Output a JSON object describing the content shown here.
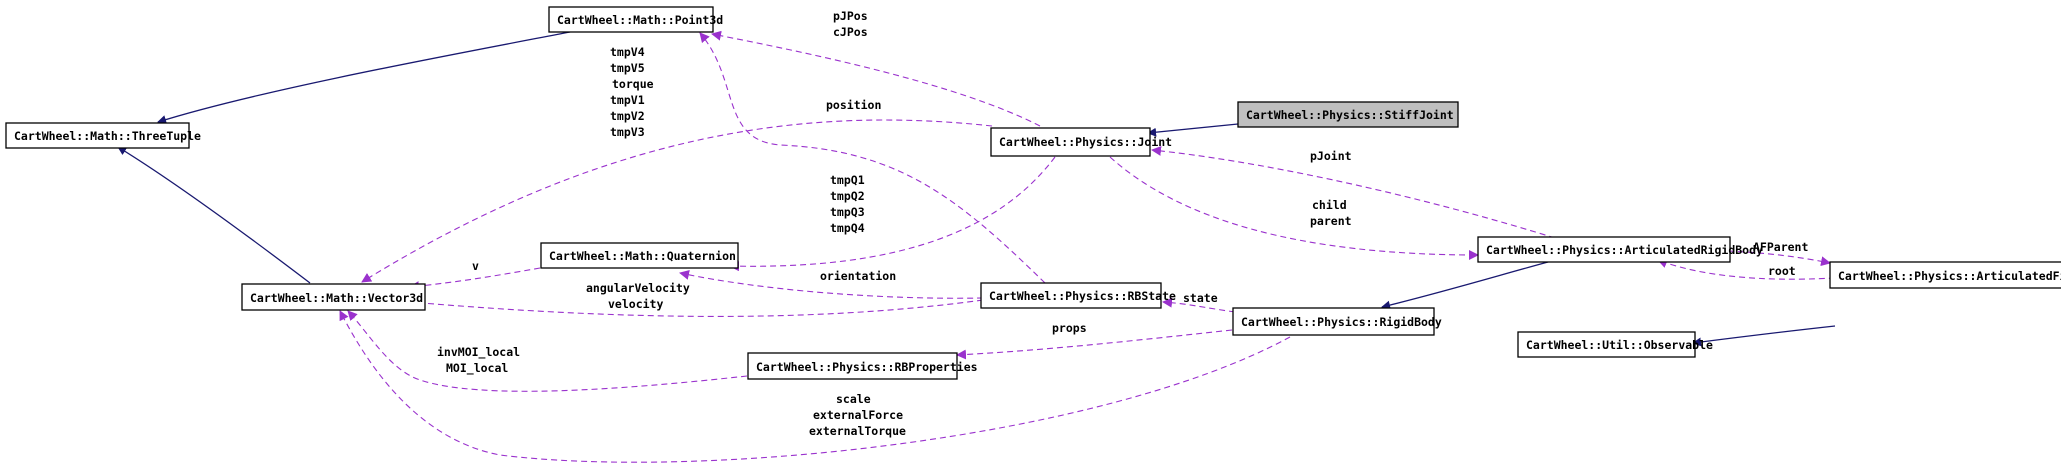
{
  "colors": {
    "inheritance": "#191970",
    "usage": "#9a32cd",
    "highlight_fill": "#bfbfbf"
  },
  "nodes": {
    "threetuple": "CartWheel::Math::ThreeTuple",
    "point3d": "CartWheel::Math::Point3d",
    "vector3d": "CartWheel::Math::Vector3d",
    "quaternion": "CartWheel::Math::Quaternion",
    "stiffjoint": "CartWheel::Physics::StiffJoint",
    "joint": "CartWheel::Physics::Joint",
    "rbstate": "CartWheel::Physics::RBState",
    "rbproperties": "CartWheel::Physics::RBProperties",
    "rigidbody": "CartWheel::Physics::RigidBody",
    "articulatedrigidbody": "CartWheel::Physics::ArticulatedRigidBody",
    "observable": "CartWheel::Util::Observable",
    "articulatedfigure": "CartWheel::Physics::ArticulatedFigure"
  },
  "labels": {
    "tmp_v": [
      "tmpV4",
      "tmpV5",
      "torque",
      "tmpV1",
      "tmpV2",
      "tmpV3"
    ],
    "joint_pos": [
      "pJPos",
      "cJPos"
    ],
    "position": "position",
    "tmp_q": [
      "tmpQ1",
      "tmpQ2",
      "tmpQ3",
      "tmpQ4"
    ],
    "v": "v",
    "orientation": "orientation",
    "velocity": [
      "angularVelocity",
      "velocity"
    ],
    "state": "state",
    "props": "props",
    "moi": [
      "invMOI_local",
      "MOI_local"
    ],
    "forces": [
      "scale",
      "externalForce",
      "externalTorque"
    ],
    "pjoint": "pJoint",
    "child_parent": [
      "child",
      "parent"
    ],
    "afparent": "AFParent",
    "root": "root"
  }
}
